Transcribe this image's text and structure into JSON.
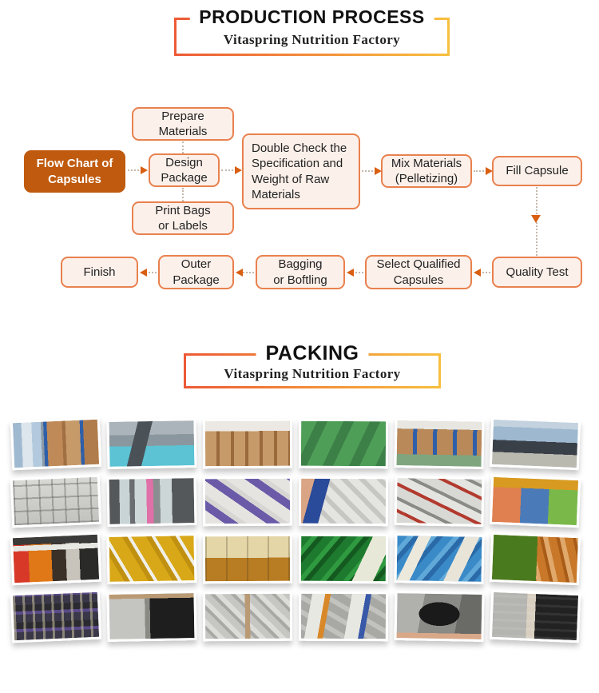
{
  "production_section": {
    "title": "PRODUCTION PROCESS",
    "subtitle": "Vitaspring Nutrition Factory",
    "frame_gradient": [
      "#ed5a36",
      "#f7bf3e"
    ]
  },
  "flowchart": {
    "start_bg": "#bf5a0e",
    "box_bg": "#fcf0ea",
    "box_border": "#e8814e",
    "arrow_color": "#d95f12",
    "nodes": {
      "start": "Flow Chart of\nCapsules",
      "prepare": "Prepare\nMaterials",
      "design": "Design\nPackage",
      "print": "Print Bags\nor Labels",
      "double_check": "Double Check the\nSpecification and\nWeight of Raw\nMaterials",
      "mix": "Mix Materials\n(Pelletizing)",
      "fill": "Fill Capsule",
      "quality": "Quality Test",
      "select": "Select Qualified\nCapsules",
      "bagging": "Bagging\nor Boftling",
      "outer": "Outer\nPackage",
      "finish": "Finish"
    }
  },
  "packing_section": {
    "title": "PACKING",
    "subtitle": "Vitaspring Nutrition Factory"
  },
  "photo_grid": {
    "rows": 4,
    "cols": 6,
    "photos": [
      {
        "name": "factory-building-and-drum-racks",
        "bg": "linear-gradient(to right, #9fb9d0 0 10%, #dde6ec 10% 22%, #b3cade 22% 33%, #8b9aa6 33% 36%, #2f5fa8 36% 40%, #bf8a58 40% 58%, #a06f42 58% 62%, #c79a6a 62% 79%, #2f5fa8 79% 83%, #b07c4c 83% 100%)"
      },
      {
        "name": "workshop-conveyor-machine",
        "bg": "linear-gradient(105deg, transparent 0 30%, #4a5258 30% 45%, transparent 45%), linear-gradient(to bottom, #aab4ba 0 30%, #8a979e 30% 55%, #5bc3d4 55% 100%)"
      },
      {
        "name": "fiber-drum-warehouse",
        "bg": "linear-gradient(to bottom, #ece9e4 0 22%, transparent 22%), repeating-linear-gradient(to right, #c79a6a 0 14px, #9a6a3c 14px 18px)"
      },
      {
        "name": "green-tarp-pallets",
        "bg": "repeating-linear-gradient(115deg, #4f9e58 0 18px, #3c8047 18px 30px)"
      },
      {
        "name": "carton-storage-racks",
        "bg": "linear-gradient(to bottom, #e8e6e0 0 18%, transparent 18% 75%, #7fa57f 75%), repeating-linear-gradient(to right, #b9895a 0 20px, #2f5fa8 20px 25px)"
      },
      {
        "name": "factory-gate-exterior",
        "bg": "linear-gradient(to bottom, #c3d2de 0 15%, #9db8cf 15% 45%, #3a4048 45% 72%, #b9b9b0 72% 100%)"
      },
      {
        "name": "white-capsule-bottles",
        "bg": "repeating-linear-gradient(90deg, rgba(90,90,88,.4) 0 2px, transparent 2px 16px), repeating-linear-gradient(0deg, rgba(90,90,88,.4) 0 2px, transparent 2px 16px), linear-gradient(#d8d8d4, #c2c2be)"
      },
      {
        "name": "clear-bottles-pink-capsules",
        "bg": "linear-gradient(to right, #55585a 0 12%, #c9d4d6 12% 24%, #6a6e70 24% 30%, #cfd8d8 30% 44%, #e070a8 44% 52%, #8a8e90 52% 60%, #cdd6d6 60% 74%, #55585a 74% 100%)"
      },
      {
        "name": "purple-label-bottles-pile",
        "bg": "repeating-linear-gradient(35deg, #e6e4e0 0 14px, #6a5aa8 14px 24px, #d8d6d2 24px 30px)"
      },
      {
        "name": "hand-holding-blue-bottle",
        "bg": "linear-gradient(105deg, #d9a584 0 14%, #2a4a9a 14% 30%, transparent 30%), repeating-linear-gradient(45deg, #e4e4e0 0 10px, #c6c6c2 10px 16px)"
      },
      {
        "name": "red-label-bottles-pile",
        "bg": "repeating-linear-gradient(25deg, #d8d8d4 0 12px, #b23a2e 12px 16px, #e4e4e0 16px 26px, #8a8a86 26px 30px)"
      },
      {
        "name": "gold-cap-capsule-jars",
        "bg": "linear-gradient(to bottom, #d89a20 0 22%, transparent 22%), linear-gradient(to right, #e08050 0 33%, #4a7ab8 33% 66%, #7ab84a 66%)"
      },
      {
        "name": "gummy-bottles-shelf",
        "bg": "linear-gradient(to bottom, #3a3a38 0 16%, transparent 16%), linear-gradient(to bottom, transparent 0 18%, #e8e8e2 18% 30%, transparent 30%), linear-gradient(to right, #d83828 0 18%, #e07818 18% 45%, #3a3028 45% 62%, #c8c4bc 62% 78%, #2a2a28 78%)"
      },
      {
        "name": "yellow-gummy-bottles-box",
        "bg": "repeating-linear-gradient(60deg, #d8a818 0 16px, #c09010 16px 22px, #f0efe8 22px 26px)"
      },
      {
        "name": "softgel-cups-top-view",
        "bg": "repeating-linear-gradient(90deg, rgba(60,50,30,.25) 0 2px, transparent 2px 26px), linear-gradient(to bottom, #e4d6a6 0 48%, #b87c22 48%)"
      },
      {
        "name": "green-capsules-desiccant",
        "bg": "linear-gradient(115deg, transparent 0 68%, #e8e8d8 68% 88%, transparent 88%), repeating-linear-gradient(130deg, #1e7a2e 0 10px, #2f9a40 10px 16px, #145a20 16px 22px)"
      },
      {
        "name": "blue-capsules-desiccant",
        "bg": "linear-gradient(115deg, transparent 0 20%, #ece8dc 20% 32%, transparent 32% 64%, #e8e4d8 64% 78%, transparent 78%), repeating-linear-gradient(130deg, #3a8ac8 0 10px, #60a8d8 10px 16px, #2a6aa8 16px 22px)"
      },
      {
        "name": "green-panel-amber-bottles",
        "bg": "linear-gradient(to right, #4a7a1e 0 52%, transparent 52%), repeating-linear-gradient(75deg, #c87828 0 10px, #a85c18 10px 14px, #e0a86a 14px 20px)"
      },
      {
        "name": "dark-bottles-purple-labels-cartons",
        "bg": "repeating-linear-gradient(90deg, rgba(216,208,168,.5) 0 3px, transparent 3px 12px), repeating-linear-gradient(0deg, #3a3848 0 10px, #5a4a88 10px 14px, #2a2a30 14px 22px)"
      },
      {
        "name": "white-and-black-bottles-cartons",
        "bg": "linear-gradient(to bottom, #b99a74 0 10%, transparent 10%), linear-gradient(to right, #c4c4c0 0 42%, #8a8a84 42% 48%, #1e1e1e 48% 100%)"
      },
      {
        "name": "silver-bottles-cartons",
        "bg": "linear-gradient(to right, transparent 0 47%, #b99a74 47% 53%, transparent 53%), repeating-linear-gradient(45deg, #c6c6c2 0 8px, #a8a8a4 8px 12px, #dcdcd8 12px 18px)"
      },
      {
        "name": "two-label-bottles-held",
        "bg": "linear-gradient(100deg, transparent 0 12%, #e8e8e2 12% 26%, #d88828 26% 32%, transparent 32% 55%, #e8e8e2 55% 70%, #3858a8 70% 76%, transparent 76%), repeating-linear-gradient(30deg, #a8a8a4 0 10px, #c2c2be 10px 16px)"
      },
      {
        "name": "hand-holding-black-bottle",
        "bg": "linear-gradient(to top, #d8a888 0 12%, transparent 12%), radial-gradient(ellipse at 50% 45%, #1a1a1a 0 34%, transparent 34%), linear-gradient(100deg, #b0b0ac 0 30%, #8a8a86 30% 70%, #6a6a66 70%)"
      },
      {
        "name": "white-black-bottle-boxes",
        "bg": "repeating-linear-gradient(0deg, rgba(255,255,255,.08) 0 3px, transparent 3px 10px), linear-gradient(to right, #b4b4b0 0 40%, #d8cfc0 40% 50%, #222222 50% 100%)"
      }
    ]
  }
}
